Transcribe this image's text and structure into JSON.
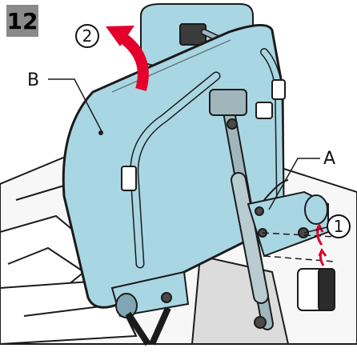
{
  "figure": {
    "step_number": "12",
    "labels": {
      "a": "A",
      "b": "B",
      "circle_1": "1",
      "circle_2": "2"
    },
    "colors": {
      "backrest": "#a9d6e3",
      "arrow": "#e3002b",
      "metal": "#9fb6bd",
      "line": "#1b1b1b",
      "seat_dark": "#6f6f6f"
    }
  }
}
